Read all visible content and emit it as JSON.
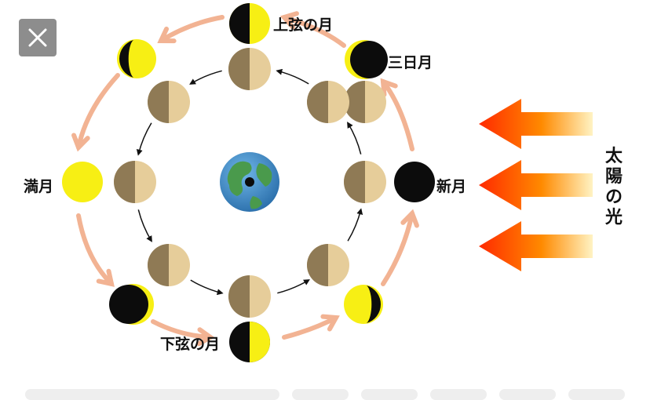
{
  "viewer": {
    "close_icon": "close-icon",
    "close_color": "#8d8d8d"
  },
  "diagram": {
    "labels": {
      "first_quarter": "上弦の月",
      "crescent": "三日月",
      "new_moon": "新月",
      "full_moon": "満月",
      "last_quarter": "下弦の月",
      "sunlight": [
        "太",
        "陽",
        "の",
        "光"
      ]
    },
    "colors": {
      "lit": "#f7ef14",
      "dark": "#0c0c0c",
      "orbit_arrow": "#f2b393",
      "moon_light": "#e6cd9a",
      "moon_dark": "#8f7a55",
      "earth_ocean": "#3f8fce",
      "earth_land": "#4a9a4c",
      "sun_arrow_start": "#ff3a00",
      "sun_arrow_end": "#ffe9a0"
    }
  },
  "bottom_bar": {
    "chips": [
      "chip-1",
      "chip-2",
      "chip-3",
      "chip-4",
      "chip-5",
      "chip-6"
    ]
  }
}
